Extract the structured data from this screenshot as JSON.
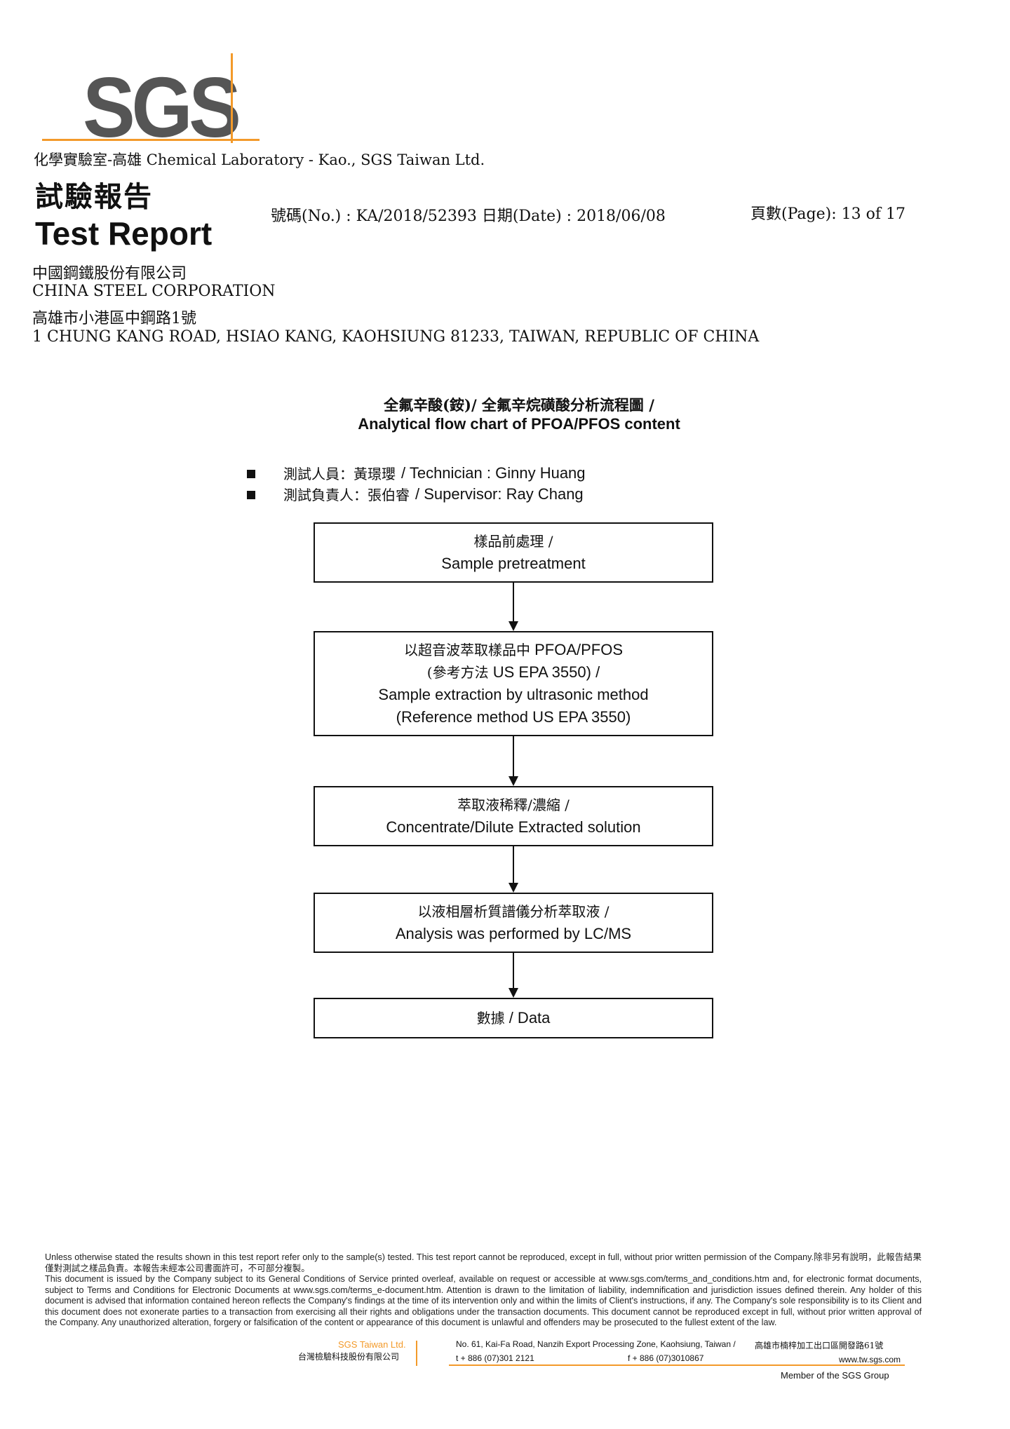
{
  "logo": {
    "text": "SGS",
    "accent_color": "#f39a2a",
    "text_color": "#555555"
  },
  "header": {
    "lab_line": "化學實驗室-高雄 Chemical Laboratory - Kao., SGS Taiwan Ltd.",
    "title_cn": "試驗報告",
    "title_en": "Test Report",
    "report_no": "號碼(No.) : KA/2018/52393  日期(Date) : 2018/06/08",
    "page": "頁數(Page): 13 of 17"
  },
  "client": {
    "name_cn": "中國鋼鐵股份有限公司",
    "name_en": "CHINA STEEL CORPORATION",
    "address_cn": "高雄市小港區中鋼路1號",
    "address_en": "1 CHUNG KANG ROAD, HSIAO KANG, KAOHSIUNG 81233, TAIWAN, REPUBLIC OF CHINA"
  },
  "chart": {
    "title_cn": "全氟辛酸(銨)/ 全氟辛烷磺酸分析流程圖 /",
    "title_en": "Analytical flow chart of PFOA/PFOS content",
    "technician_cn": "測試人員：黃璟瓔",
    "technician_en": "/ Technician : Ginny Huang",
    "supervisor_cn": "測試負責人：張伯睿",
    "supervisor_en": "/ Supervisor: Ray Chang",
    "steps": [
      {
        "cn": "樣品前處理 /",
        "en": "Sample pretreatment"
      },
      {
        "cn": "以超音波萃取樣品中",
        "cn_tail": " PFOA/PFOS",
        "cn2": "(參考方法",
        "cn2_tail": " US EPA 3550) /",
        "en": "Sample extraction by ultrasonic method",
        "en2": "(Reference method US EPA 3550)"
      },
      {
        "cn": "萃取液稀釋/濃縮 /",
        "en": "Concentrate/Dilute Extracted solution"
      },
      {
        "cn": "以液相層析質譜儀分析萃取液 /",
        "en": "Analysis was performed by LC/MS"
      },
      {
        "cn": "數據",
        "en": " / Data"
      }
    ]
  },
  "footer": {
    "disclaimer_1": "Unless otherwise stated the results shown in this test report refer only to the sample(s) tested. This test report cannot be reproduced, except in full, without prior written permission of the Company.除非另有說明，此報告結果僅對測試之樣品負責。本報告未經本公司書面許可，不可部分複製。",
    "disclaimer_2": "This document is issued by the Company subject to its General Conditions of Service printed overleaf, available on request or accessible at www.sgs.com/terms_and_conditions.htm and, for electronic format documents, subject to Terms and Conditions for Electronic Documents at www.sgs.com/terms_e-document.htm. Attention is drawn to the limitation of liability, indemnification and jurisdiction issues defined therein. Any holder of this document is advised that information contained hereon reflects the Company's findings at the time of its intervention only and within the limits of Client's instructions, if any. The Company's sole responsibility is to its Client and this document does not exonerate parties to a transaction from exercising all their rights and obligations under the transaction documents. This document cannot be reproduced except in full, without prior written approval of the Company. Any unauthorized alteration, forgery or falsification of the content or appearance of this document is unlawful and offenders may be prosecuted to the fullest extent of the law.",
    "company_en": "SGS Taiwan Ltd.",
    "company_cn": "台灣檢驗科技股份有限公司",
    "address_en": "No. 61, Kai-Fa Road, Nanzih Export Processing Zone, Kaohsiung, Taiwan /",
    "address_cn": "高雄市楠梓加工出口區開發路61號",
    "tel": "t + 886 (07)301 2121",
    "fax": "f + 886 (07)3010867",
    "web": "www.tw.sgs.com",
    "member": "Member of the SGS Group"
  }
}
